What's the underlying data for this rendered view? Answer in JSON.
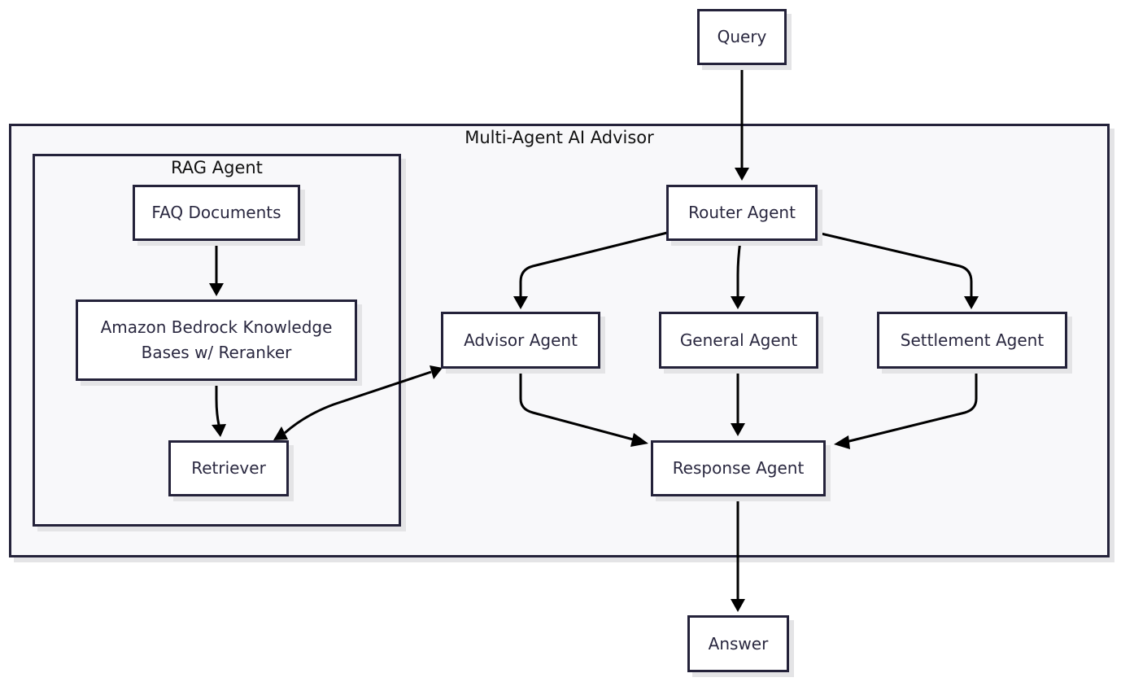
{
  "groups": {
    "outer_title": "Multi-Agent AI Advisor",
    "inner_title": "RAG Agent"
  },
  "nodes": {
    "query": "Query",
    "router": "Router Agent",
    "faq": "FAQ Documents",
    "bedrock": "Amazon Bedrock Knowledge Bases w/ Reranker",
    "retriever": "Retriever",
    "advisor": "Advisor Agent",
    "general": "General Agent",
    "settlement": "Settlement Agent",
    "response": "Response Agent",
    "answer": "Answer"
  },
  "colors": {
    "border": "#24223a",
    "group_fill": "#f8f8fa",
    "node_fill": "#ffffff",
    "edge": "#000000",
    "text": "#2a2840"
  }
}
